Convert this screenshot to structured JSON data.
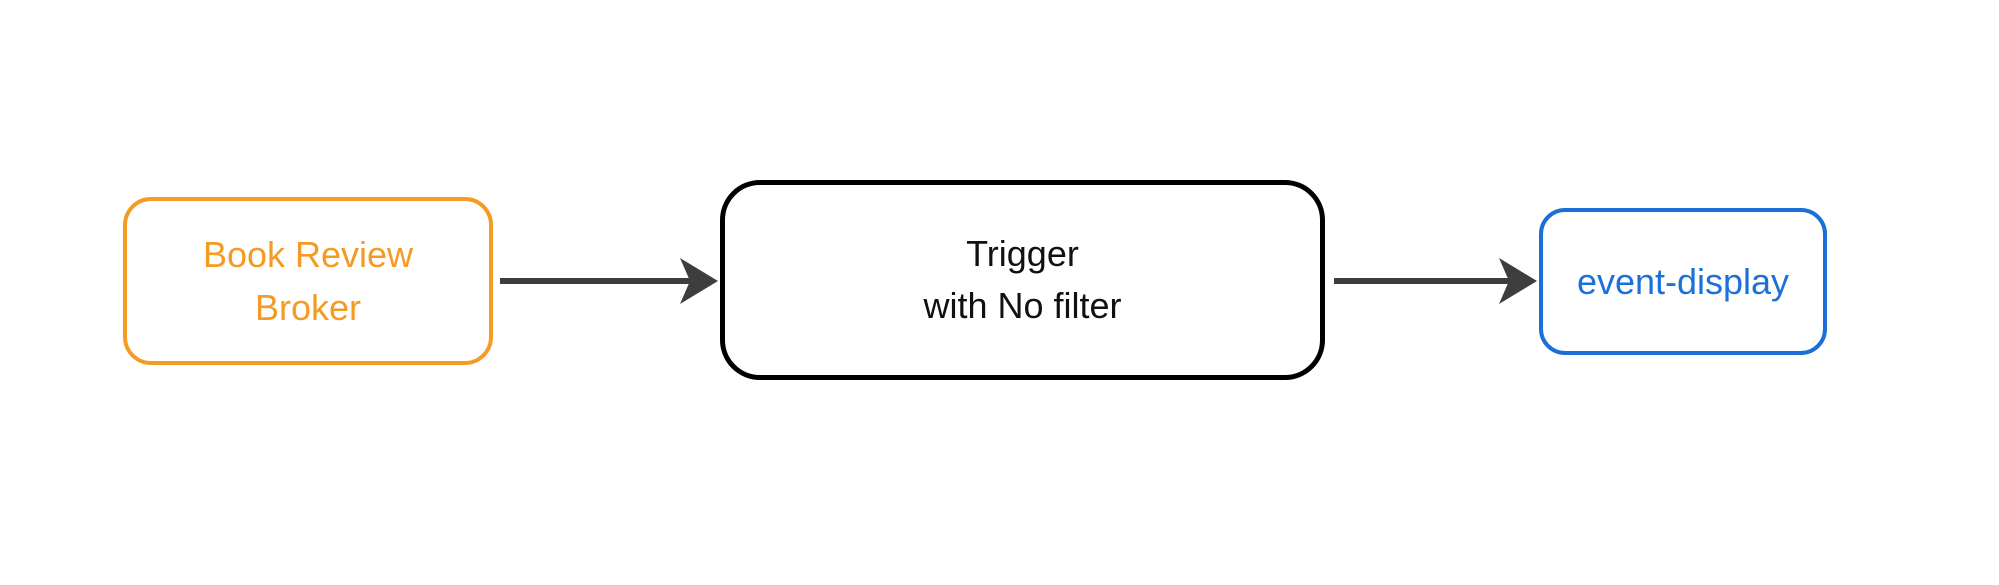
{
  "canvas": {
    "background": "#ffffff",
    "arrow_color": "#3d3d3d"
  },
  "nodes": [
    {
      "id": "broker",
      "label_lines": [
        "Book Review",
        "Broker"
      ],
      "border_color": "#f59a23",
      "text_color": "#f59a23"
    },
    {
      "id": "trigger",
      "label_lines": [
        "Trigger",
        "with No filter"
      ],
      "border_color": "#000000",
      "text_color": "#111111"
    },
    {
      "id": "event-display",
      "label_lines": [
        "event-display"
      ],
      "border_color": "#1b6fd8",
      "text_color": "#1b70d9"
    }
  ],
  "edges": [
    {
      "from": "broker",
      "to": "trigger"
    },
    {
      "from": "trigger",
      "to": "event-display"
    }
  ]
}
